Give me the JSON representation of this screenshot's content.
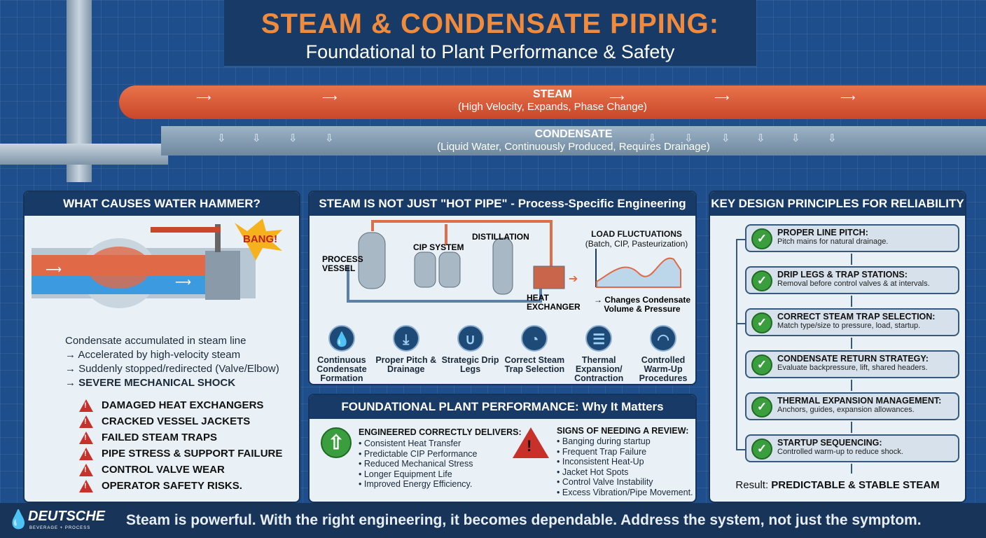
{
  "header": {
    "title": "STEAM & CONDENSATE PIPING:",
    "subtitle": "Foundational to Plant Performance & Safety"
  },
  "pipes": {
    "steam_label": "STEAM",
    "steam_desc": "(High Velocity, Expands, Phase Change)",
    "condensate_label": "CONDENSATE",
    "condensate_desc": "(Liquid Water, Continuously Produced, Requires Drainage)",
    "steam_color": "#d9532f",
    "condensate_color": "#7d96ad"
  },
  "water_hammer": {
    "title": "WHAT CAUSES WATER HAMMER?",
    "bang": "BANG!",
    "lines": [
      "Condensate accumulated in steam line",
      "→ Accelerated by high-velocity steam",
      "→ Suddenly stopped/redirected (Valve/Elbow)"
    ],
    "emphasis": "→ SEVERE MECHANICAL SHOCK",
    "risks": [
      "DAMAGED HEAT EXCHANGERS",
      "CRACKED VESSEL JACKETS",
      "FAILED STEAM TRAPS",
      "PIPE STRESS & SUPPORT FAILURE",
      "CONTROL VALVE WEAR",
      "OPERATOR SAFETY RISKS."
    ]
  },
  "process": {
    "title": "STEAM IS NOT JUST \"HOT PIPE\" - Process-Specific Engineering",
    "labels": {
      "vessel": "PROCESS VESSEL",
      "cip": "CIP SYSTEM",
      "distillation": "DISTILLATION",
      "hx": "HEAT EXCHANGER"
    },
    "load_title": "LOAD FLUCTUATIONS",
    "load_sub": "(Batch, CIP, Pasteurization)",
    "load_note": "→ Changes Condensate Volume & Pressure",
    "icons": [
      {
        "icon": "water-drops-icon",
        "glyph": "💧",
        "label": "Continuous Condensate Formation"
      },
      {
        "icon": "download-arrow-icon",
        "glyph": "⤓",
        "label": "Proper Pitch & Drainage"
      },
      {
        "icon": "drip-leg-icon",
        "glyph": "∪",
        "label": "Strategic Drip Legs"
      },
      {
        "icon": "steam-trap-icon",
        "glyph": "◔",
        "label": "Correct Steam Trap Selection"
      },
      {
        "icon": "expansion-icon",
        "glyph": "☰",
        "label": "Thermal Expansion/ Contraction"
      },
      {
        "icon": "gauge-icon",
        "glyph": "◠",
        "label": "Controlled Warm-Up Procedures"
      }
    ]
  },
  "performance": {
    "title": "FOUNDATIONAL PLANT PERFORMANCE: Why It Matters",
    "good_title": "ENGINEERED CORRECTLY DELIVERS:",
    "good": [
      "Consistent Heat Transfer",
      "Predictable CIP Performance",
      "Reduced Mechanical Stress",
      "Longer Equipment Life",
      "Improved Energy Efficiency."
    ],
    "bad_title": "SIGNS OF NEEDING A REVIEW:",
    "bad": [
      "Banging during startup",
      "Frequent Trap Failure",
      "Inconsistent Heat-Up",
      "Jacket Hot Spots",
      "Control Valve Instability",
      "Excess Vibration/Pipe Movement."
    ]
  },
  "principles": {
    "title": "KEY DESIGN PRINCIPLES FOR RELIABILITY",
    "steps": [
      {
        "title": "PROPER LINE PITCH:",
        "desc": "Pitch mains for natural drainage."
      },
      {
        "title": "DRIP LEGS & TRAP STATIONS:",
        "desc": "Removal before control valves & at intervals."
      },
      {
        "title": "CORRECT STEAM TRAP SELECTION:",
        "desc": "Match type/size to pressure, load, startup."
      },
      {
        "title": "CONDENSATE RETURN STRATEGY:",
        "desc": "Evaluate backpressure, lift, shared headers."
      },
      {
        "title": "THERMAL EXPANSION MANAGEMENT:",
        "desc": "Anchors, guides, expansion allowances."
      },
      {
        "title": "STARTUP SEQUENCING:",
        "desc": "Controlled warm-up to reduce shock."
      }
    ],
    "result_label": "Result:",
    "result_value": "PREDICTABLE & STABLE STEAM"
  },
  "footer": {
    "logo": "DEUTSCHE",
    "logo_sub": "BEVERAGE + PROCESS",
    "tagline": "Steam is powerful. With the right engineering, it becomes dependable. Address the system, not just the symptom."
  }
}
